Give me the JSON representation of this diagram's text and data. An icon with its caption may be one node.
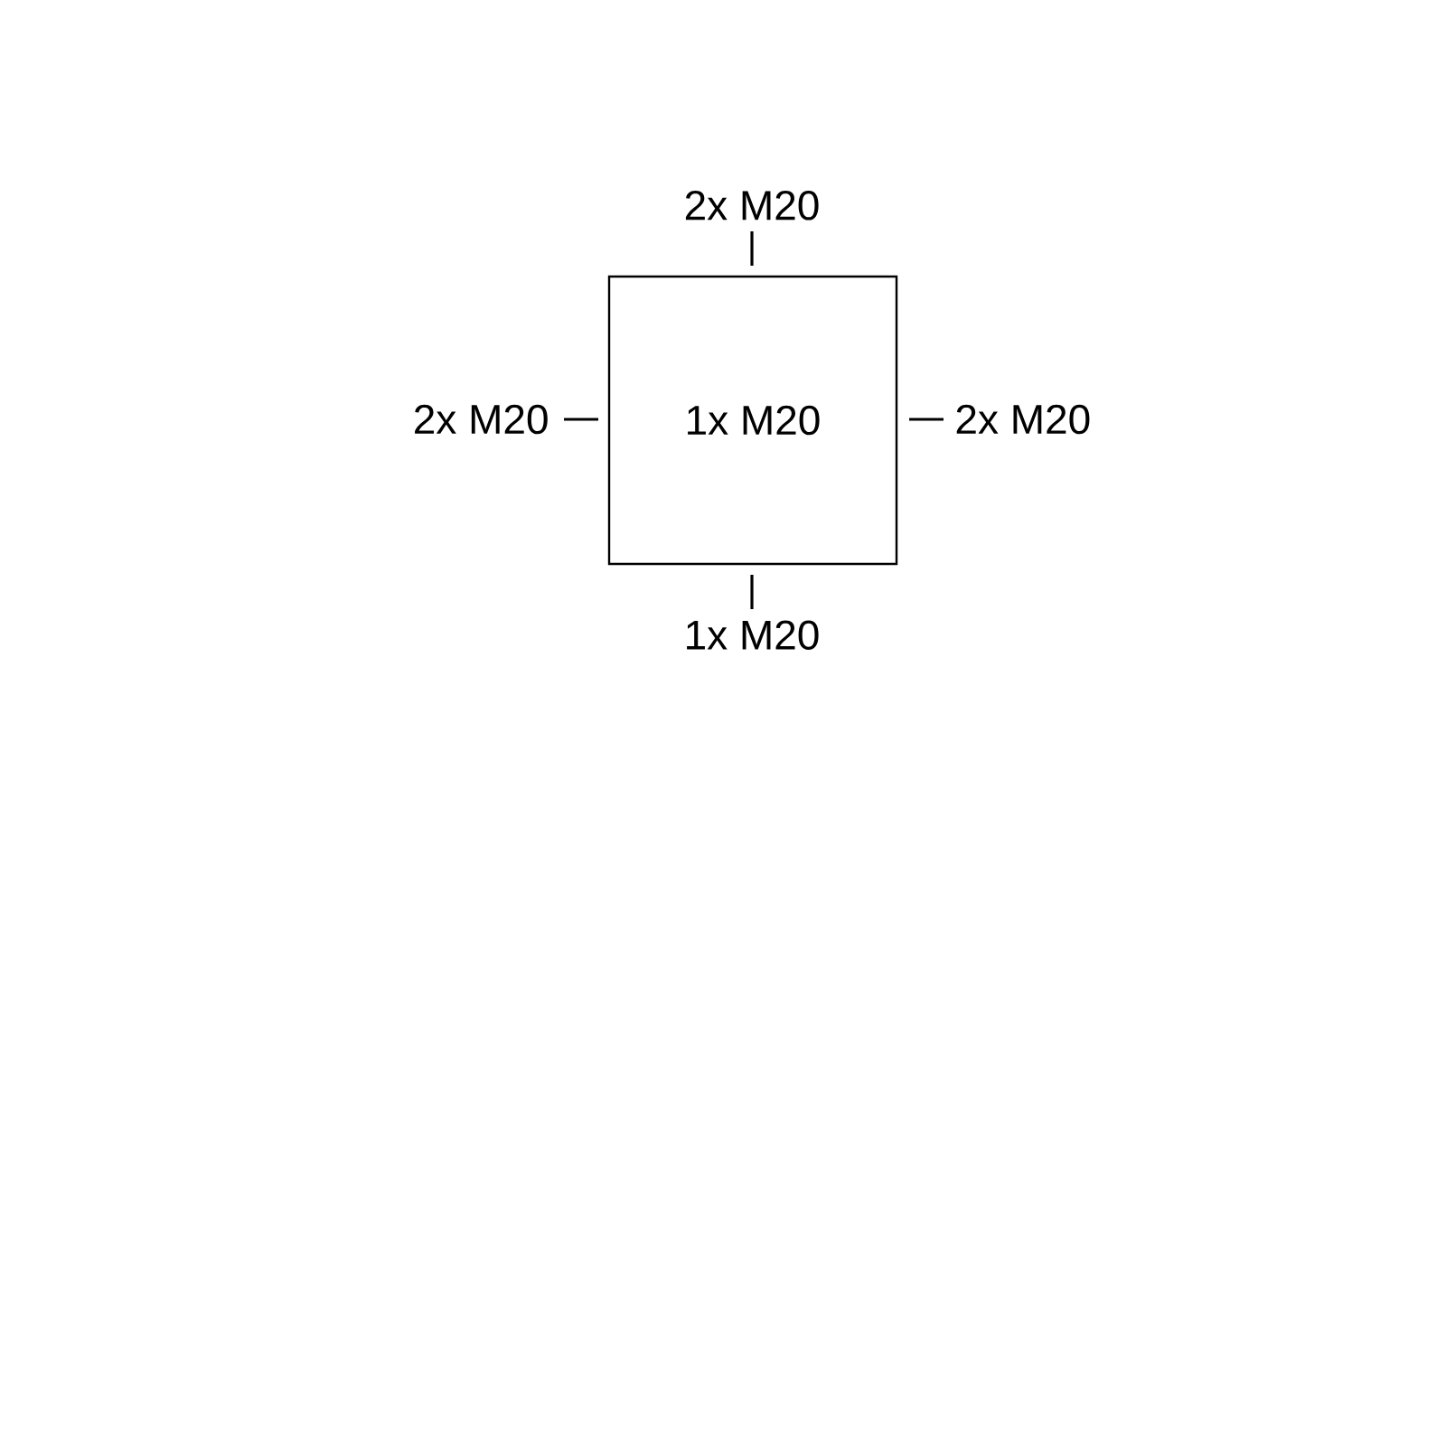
{
  "diagram": {
    "nodes": [
      {
        "text": [
          "1x M20"
        ],
        "beside": [
          "2x M20",
          "2x M20",
          "2x M20",
          "1x M20"
        ]
      }
    ]
  }
}
